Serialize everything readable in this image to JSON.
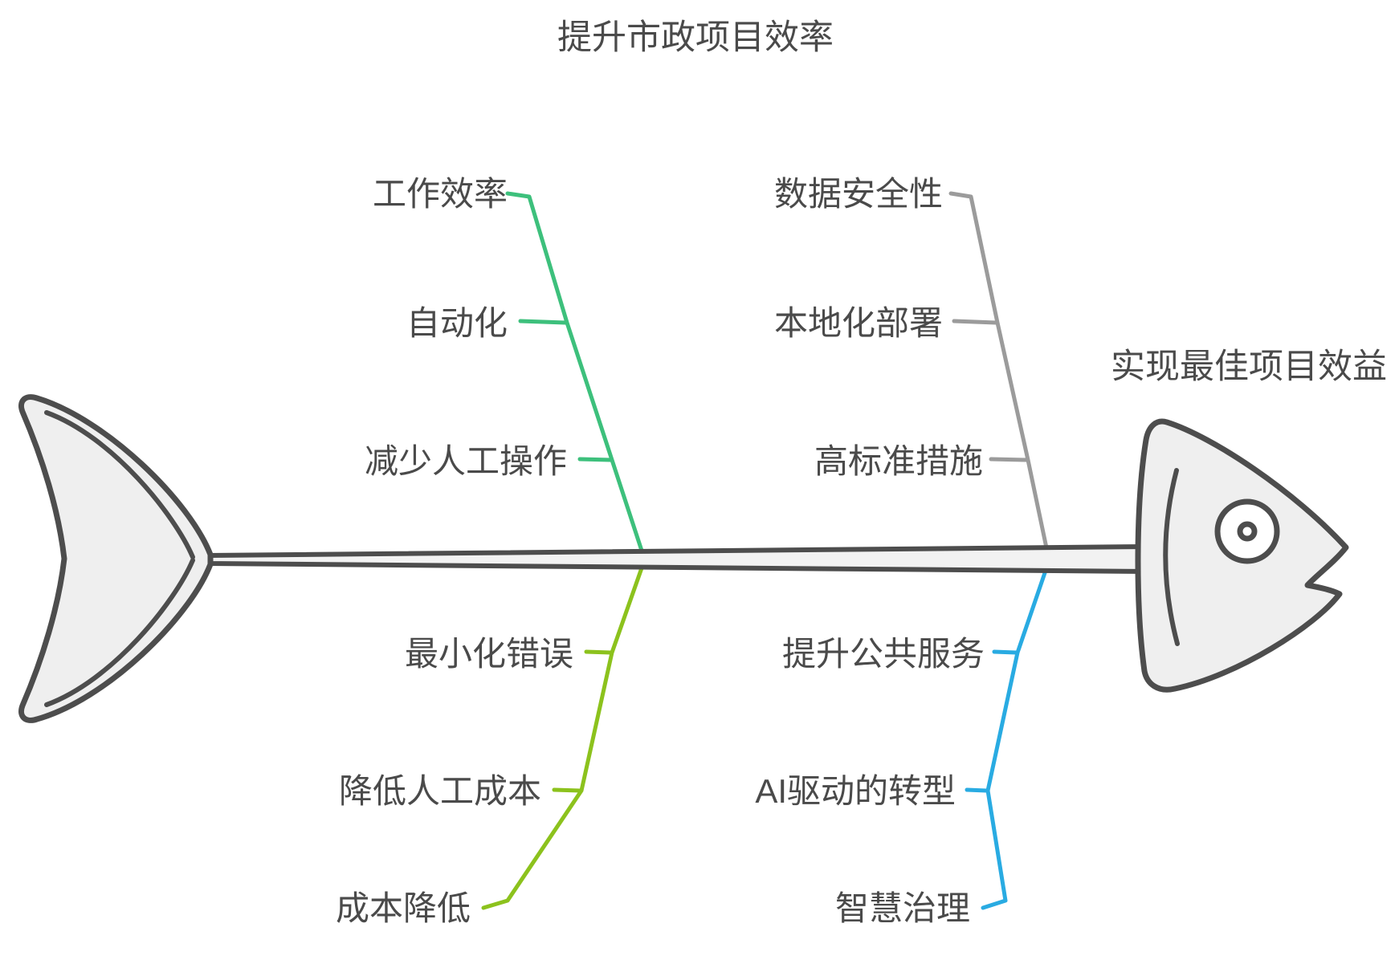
{
  "title": "提升市政项目效率",
  "effect_label": "实现最佳项目效益",
  "colors": {
    "text": "#4a4a4a",
    "outline": "#4d4d4d",
    "fish_fill": "#efefef",
    "spine_fill": "#f2f2f2",
    "green": "#3dc07c",
    "olive": "#8cc21d",
    "gray": "#9b9b9b",
    "blue": "#29abe2"
  },
  "branches": [
    {
      "name": "top-left",
      "color": "#3dc07c",
      "items": [
        "工作效率",
        "自动化",
        "减少人工操作"
      ]
    },
    {
      "name": "bottom-left",
      "color": "#8cc21d",
      "items": [
        "最小化错误",
        "降低人工成本",
        "成本降低"
      ]
    },
    {
      "name": "top-right",
      "color": "#9b9b9b",
      "items": [
        "数据安全性",
        "本地化部署",
        "高标准措施"
      ]
    },
    {
      "name": "bottom-right",
      "color": "#29abe2",
      "items": [
        "提升公共服务",
        "AI驱动的转型",
        "智慧治理"
      ]
    }
  ]
}
